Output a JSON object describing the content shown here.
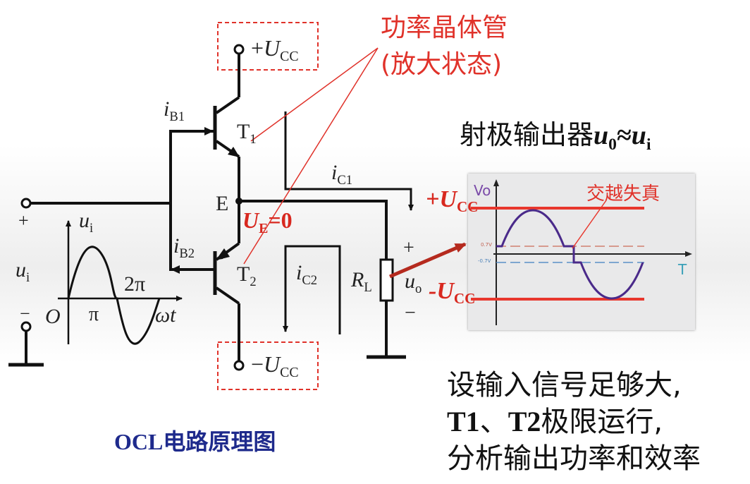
{
  "callout": {
    "line1": "功率晶体管",
    "line2": "(放大状态)"
  },
  "emitter_follower": {
    "text": "射极输出器",
    "u_out": "u",
    "u_out_sub": "0",
    "approx": "≈",
    "u_in": "u",
    "u_in_sub": "i"
  },
  "supply": {
    "pos_sign": "+",
    "neg_sign": "−",
    "symbol": "U",
    "sub": "CC"
  },
  "labels": {
    "iB1": "i",
    "iB1_sub": "B1",
    "iB2": "i",
    "iB2_sub": "B2",
    "iC1": "i",
    "iC1_sub": "C1",
    "iC2": "i",
    "iC2_sub": "C2",
    "T1": "T",
    "T1_sub": "1",
    "T2": "T",
    "T2_sub": "2",
    "E": "E",
    "UE": "U",
    "UE_sub": "E",
    "UE_val": "=0",
    "RL": "R",
    "RL_sub": "L",
    "uo": "u",
    "uo_sub": "o",
    "plus_out": "+",
    "minus_out": "−",
    "ui_top": "u",
    "ui_top_sub": "i",
    "ui_left": "u",
    "ui_left_sub": "i",
    "plus_in": "+",
    "minus_in": "−",
    "two_pi": "2π",
    "pi": "π",
    "O": "O",
    "omega_t": "ωt"
  },
  "scope": {
    "vo_label": "Vo",
    "t_label": "T",
    "crossover": "交越失真",
    "ucc_pos": "+U",
    "ucc_neg": "-U",
    "ucc_sub": "CC",
    "tick_pos": "0.7V",
    "tick_neg": "-0.7V"
  },
  "notes": {
    "line1": "设输入信号足够大,",
    "line2_a": "T1",
    "line2_sep": "、",
    "line2_b": "T2",
    "line2_rest": "极限运行,",
    "line3": "分析输出功率和效率"
  },
  "caption": {
    "latin": "OCL",
    "cjk": "电路原理图"
  },
  "colors": {
    "accent_red": "#e0322a",
    "arrow_red": "#b52a1e",
    "caption_blue": "#1e2a8c",
    "wave_purple": "#4a2a8a",
    "scope_line_red": "#e8372d"
  }
}
